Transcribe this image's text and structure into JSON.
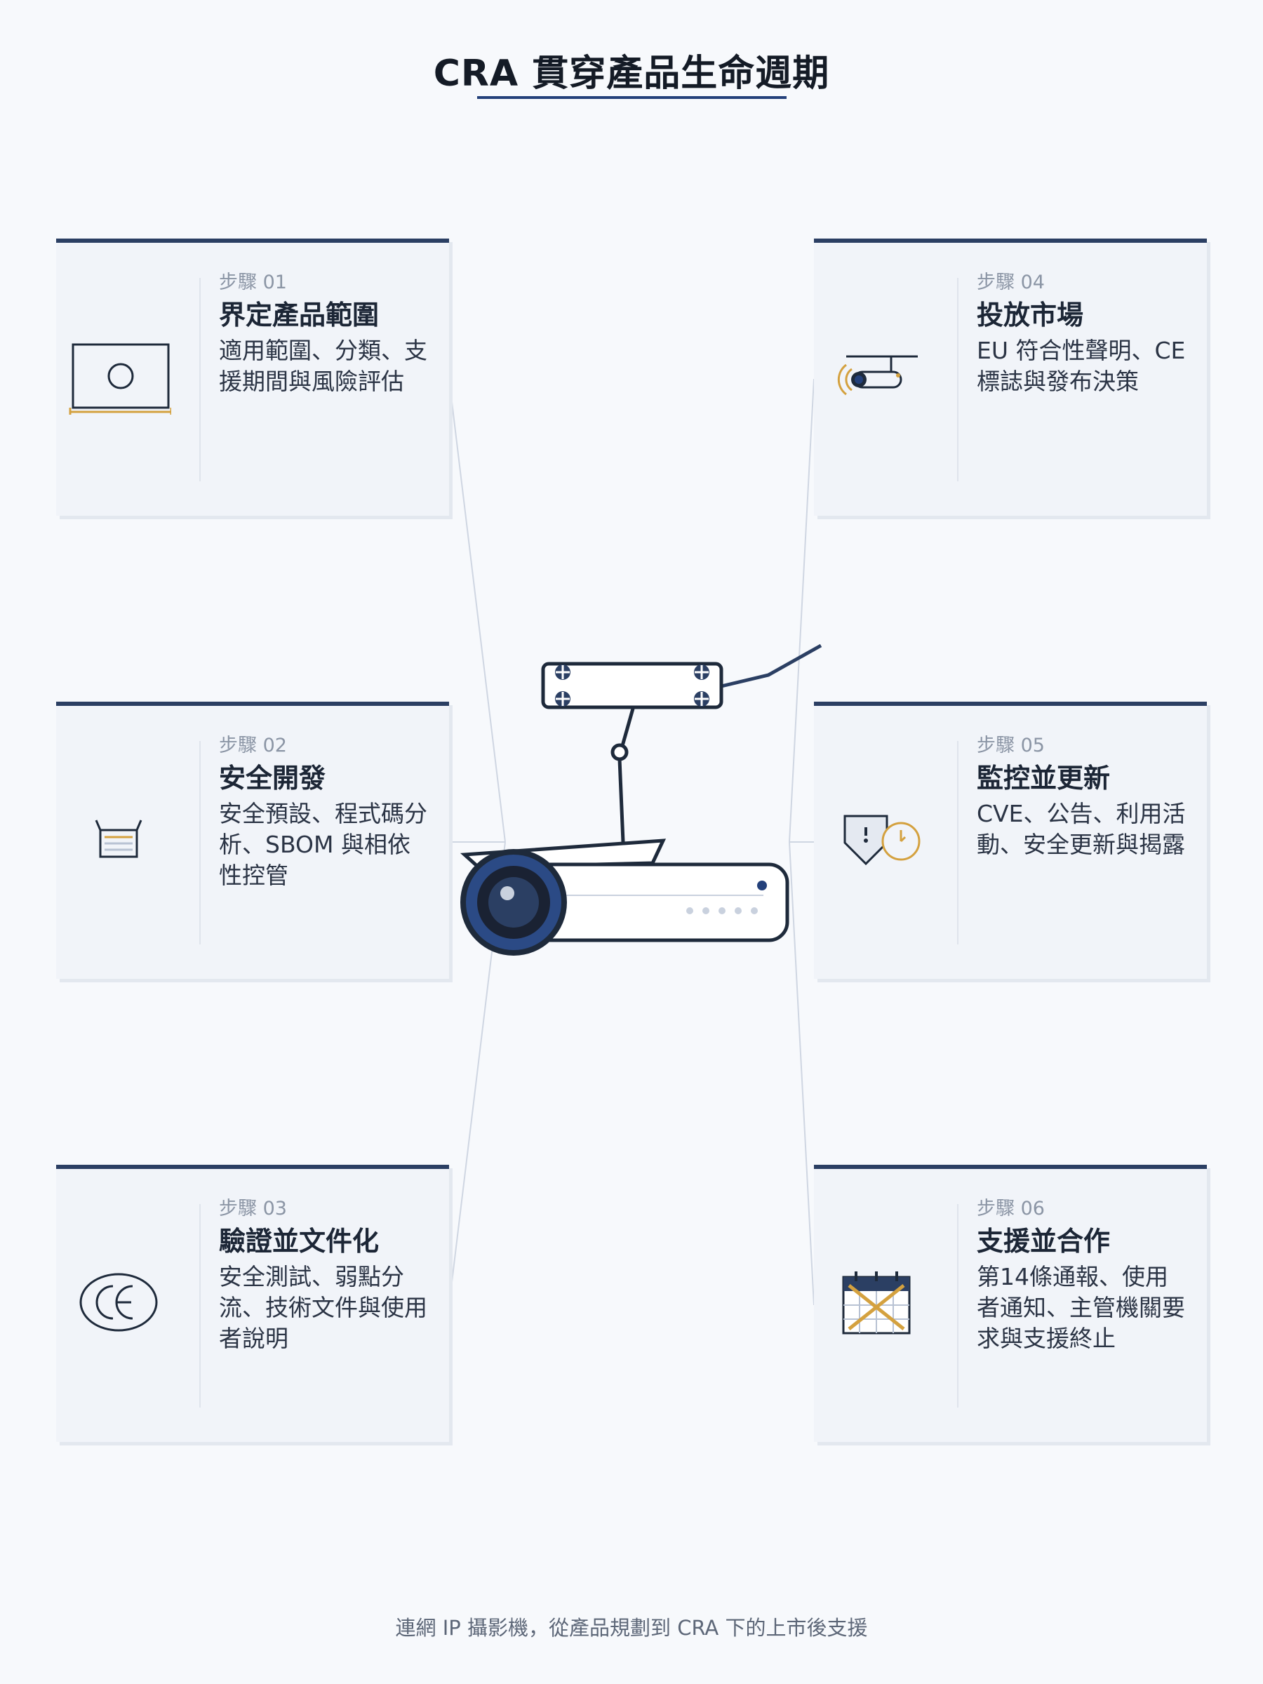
{
  "title": "CRA 貫穿產品生命週期",
  "footer": "連網 IP 攝影機，從產品規劃到 CRA 下的上市後支援",
  "colors": {
    "navy": "#2b3f63",
    "accent_blue": "#23407a",
    "gold": "#d4a13f",
    "card_bg": "#f1f4f9"
  },
  "steps": [
    {
      "step": "步驟 01",
      "heading": "界定產品範圍",
      "desc": "適用範圍、分類、支援期間與風險評估",
      "icon": "product-box-icon"
    },
    {
      "step": "步驟 02",
      "heading": "安全開發",
      "desc": "安全預設、程式碼分析、SBOM 與相依性控管",
      "icon": "code-tray-icon"
    },
    {
      "step": "步驟 03",
      "heading": "驗證並文件化",
      "desc": "安全測試、弱點分流、技術文件與使用者說明",
      "icon": "ce-mark-icon"
    },
    {
      "step": "步驟 04",
      "heading": "投放市場",
      "desc": "EU 符合性聲明、CE 標誌與發布決策",
      "icon": "ceiling-camera-icon"
    },
    {
      "step": "步驟 05",
      "heading": "監控並更新",
      "desc": "CVE、公告、利用活動、安全更新與揭露",
      "icon": "shield-clock-icon"
    },
    {
      "step": "步驟 06",
      "heading": "支援並合作",
      "desc": "第14條通報、使用者通知、主管機關要求與支援終止",
      "icon": "calendar-end-icon"
    }
  ]
}
